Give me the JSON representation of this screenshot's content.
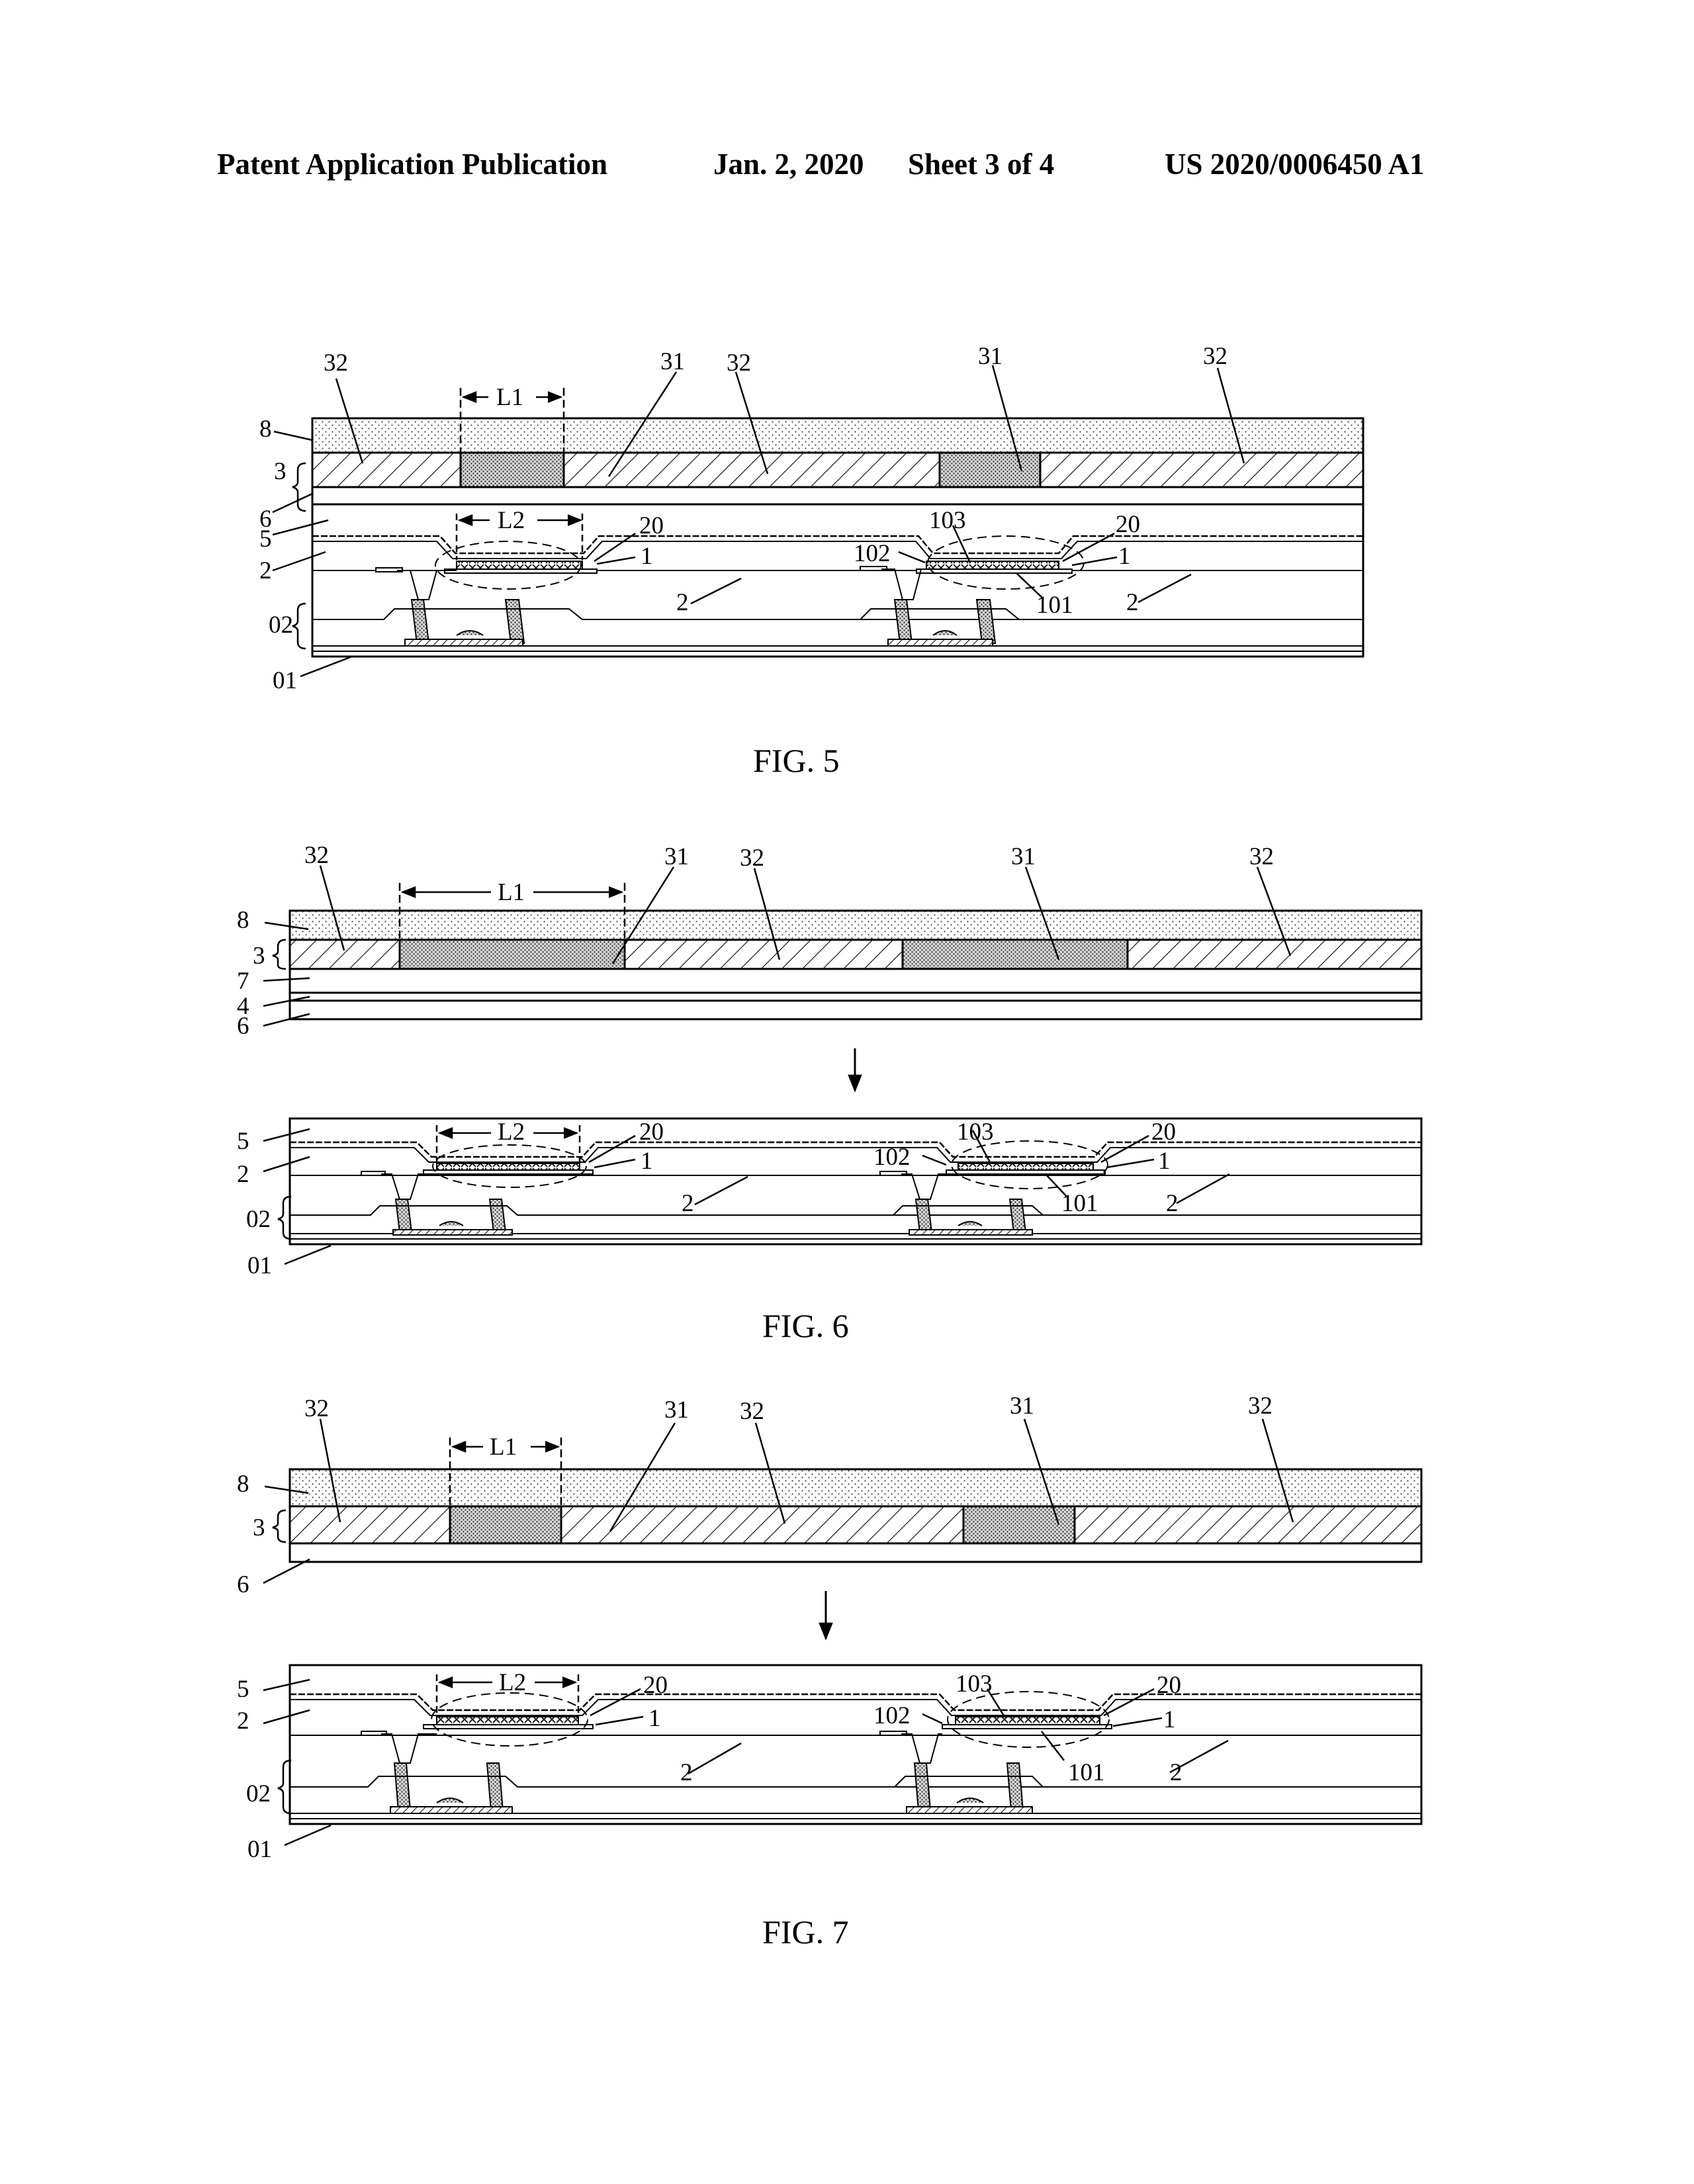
{
  "header": {
    "publication": "Patent Application Publication",
    "date": "Jan. 2, 2020",
    "sheet": "Sheet 3 of 4",
    "number": "US 2020/0006450 A1"
  },
  "figures": [
    {
      "caption": "FIG. 5",
      "labels": {
        "l_32a": "32",
        "l_31a": "31",
        "l_32b": "32",
        "l_31b": "31",
        "l_32c": "32",
        "l_L1": "L1",
        "l_8": "8",
        "l_3": "3",
        "l_6": "6",
        "l_5": "5",
        "l_L2": "L2",
        "l_20a": "20",
        "l_103": "103",
        "l_20b": "20",
        "l_2a": "2",
        "l_1a": "1",
        "l_102": "102",
        "l_1b": "1",
        "l_2b": "2",
        "l_101": "101",
        "l_2c": "2",
        "l_02": "02",
        "l_01": "01"
      }
    },
    {
      "caption": "FIG. 6",
      "labels": {
        "l_32a": "32",
        "l_L1": "L1",
        "l_31a": "31",
        "l_32b": "32",
        "l_31b": "31",
        "l_32c": "32",
        "l_8": "8",
        "l_3": "3",
        "l_7": "7",
        "l_4": "4",
        "l_6": "6",
        "l_5": "5",
        "l_L2": "L2",
        "l_20a": "20",
        "l_103": "103",
        "l_20b": "20",
        "l_2a": "2",
        "l_1a": "1",
        "l_102": "102",
        "l_1b": "1",
        "l_2b": "2",
        "l_101": "101",
        "l_2c": "2",
        "l_02": "02",
        "l_01": "01"
      }
    },
    {
      "caption": "FIG. 7",
      "labels": {
        "l_32a": "32",
        "l_L1": "L1",
        "l_31a": "31",
        "l_32b": "32",
        "l_31b": "31",
        "l_32c": "32",
        "l_8": "8",
        "l_3": "3",
        "l_6": "6",
        "l_5": "5",
        "l_L2": "L2",
        "l_20a": "20",
        "l_103": "103",
        "l_20b": "20",
        "l_2a": "2",
        "l_1a": "1",
        "l_102": "102",
        "l_1b": "1",
        "l_2b": "2",
        "l_101": "101",
        "l_2c": "2",
        "l_02": "02",
        "l_01": "01"
      }
    }
  ]
}
